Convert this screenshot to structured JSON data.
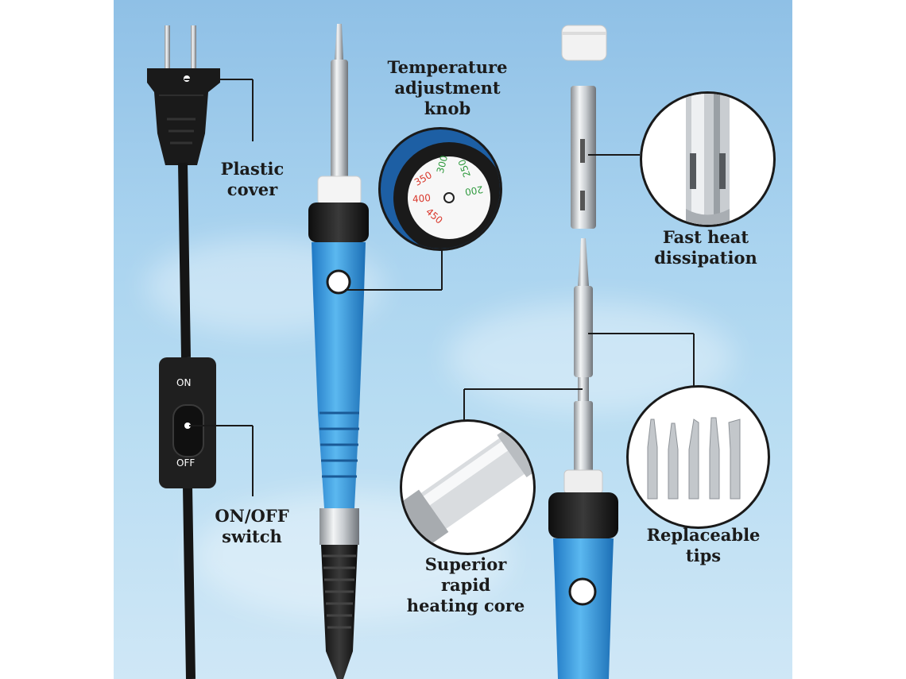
{
  "labels": {
    "plastic_cover": "Plastic\ncover",
    "on_off_switch": "ON/OFF\nswitch",
    "temperature_knob": "Temperature\nadjustment\nknob",
    "fast_heat": "Fast heat\ndissipation",
    "replaceable_tips": "Replaceable\ntips",
    "heating_core": "Superior\nrapid\nheating core"
  },
  "switch": {
    "on": "ON",
    "off": "OFF"
  },
  "dial": {
    "values": [
      "350",
      "300",
      "250",
      "200",
      "400",
      "450"
    ]
  },
  "colors": {
    "handle_blue": "#2a8fd8",
    "background_sky": "#a9d3ef",
    "dial_red": "#d9372b",
    "dial_green": "#2f9a3e"
  }
}
